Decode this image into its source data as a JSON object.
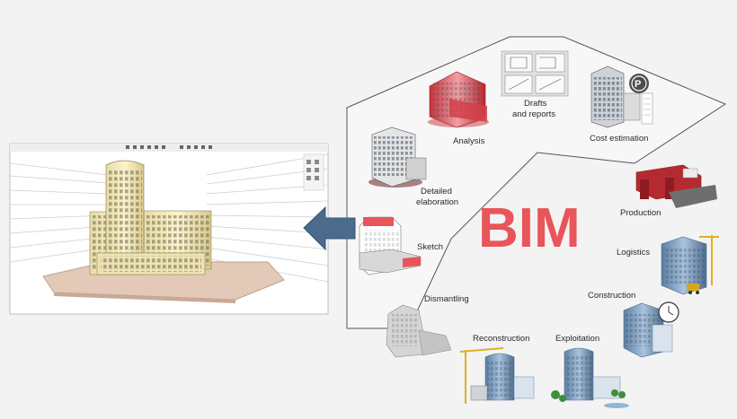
{
  "diagram": {
    "center_label": "BIM",
    "accent_color": "#e8555a",
    "arrow_color": "#4a6b8c",
    "stages": [
      {
        "id": "analysis",
        "label": "Analysis",
        "icon": "red-building-icon"
      },
      {
        "id": "drafts",
        "label_lines": [
          "Drafts",
          "and reports"
        ],
        "icon": "drawings-icon"
      },
      {
        "id": "cost",
        "label": "Cost estimation",
        "icon": "ruble-coin-building-icon"
      },
      {
        "id": "detailed",
        "label_lines": [
          "Detailed",
          "elaboration"
        ],
        "icon": "detailed-building-icon"
      },
      {
        "id": "sketch",
        "label": "Sketch",
        "icon": "sketch-building-icon"
      },
      {
        "id": "production",
        "label": "Production",
        "icon": "factory-icon"
      },
      {
        "id": "logistics",
        "label": "Logistics",
        "icon": "crane-building-icon"
      },
      {
        "id": "construction",
        "label": "Construction",
        "icon": "clock-building-icon"
      },
      {
        "id": "dismantling",
        "label": "Dismantling",
        "icon": "ruined-building-icon"
      },
      {
        "id": "reconstruction",
        "label": "Reconstruction",
        "icon": "crane-tower-icon"
      },
      {
        "id": "exploitation",
        "label": "Exploitation",
        "icon": "finished-building-icon"
      }
    ]
  }
}
